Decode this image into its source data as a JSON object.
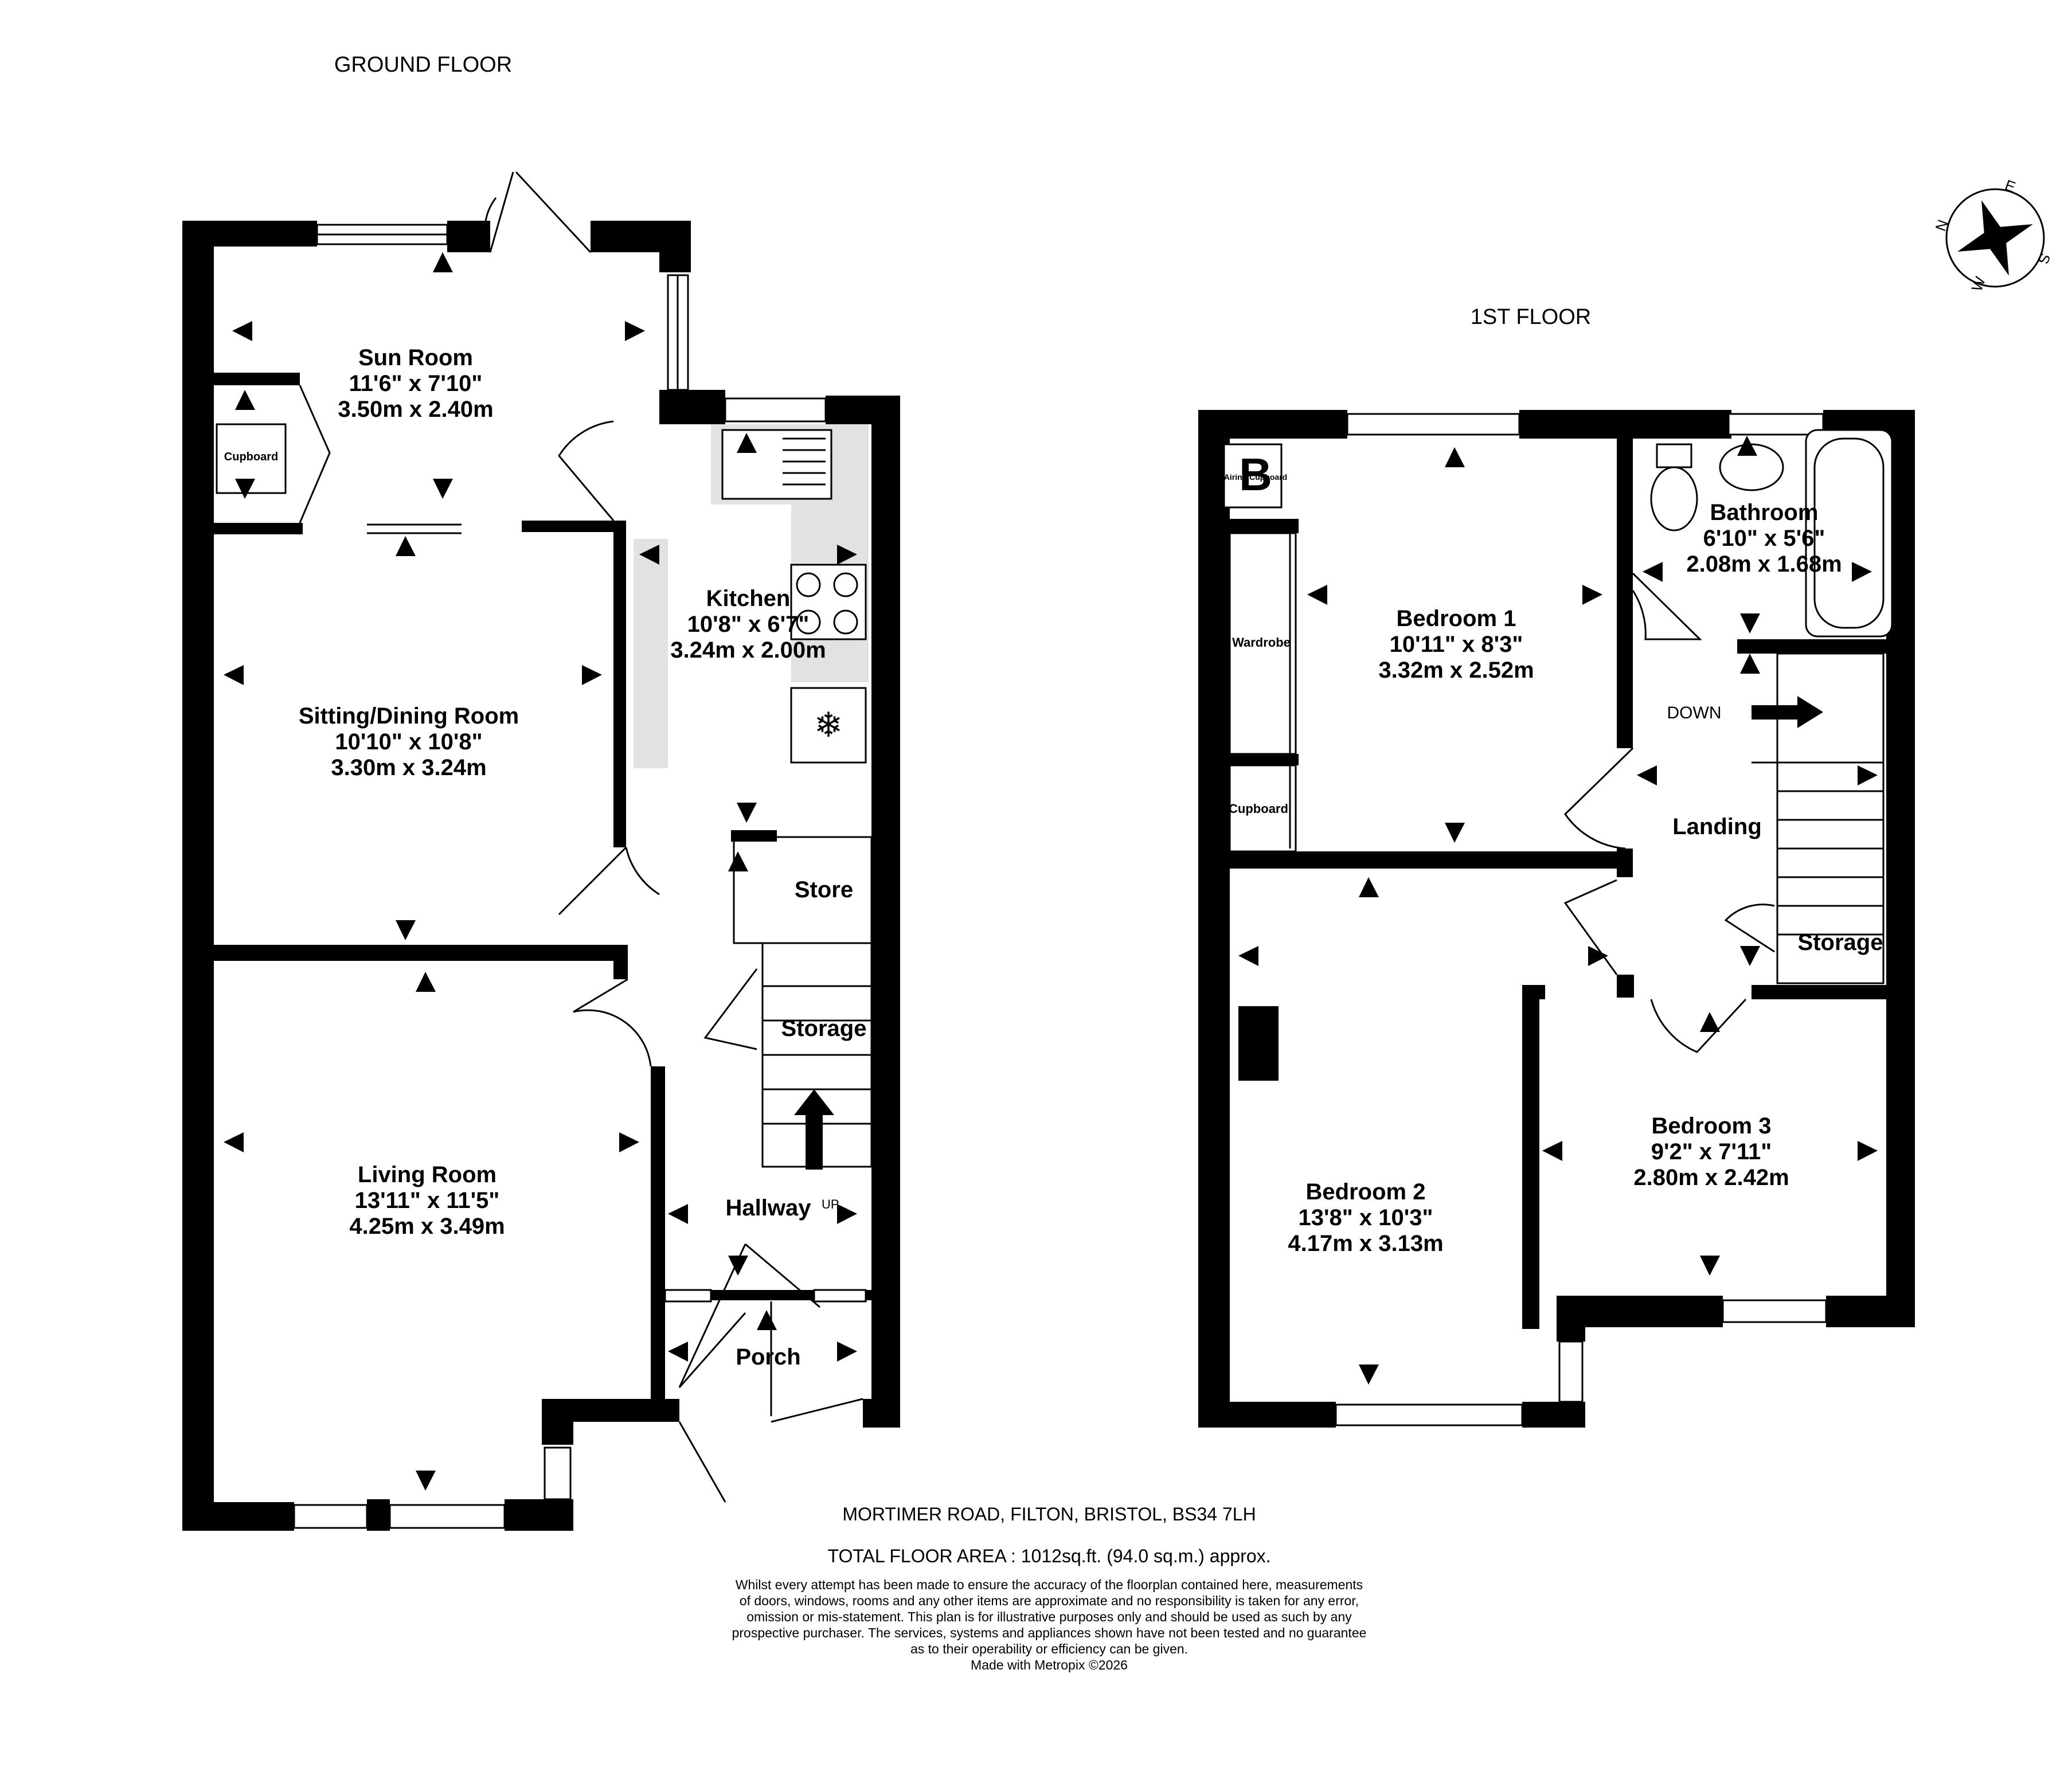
{
  "floors": {
    "ground_title": "GROUND FLOOR",
    "first_title": "1ST FLOOR"
  },
  "rooms": {
    "sun_room": {
      "name": "Sun Room",
      "imperial": "11'6\"  x 7'10\"",
      "metric": "3.50m  x 2.40m"
    },
    "sitting_dining": {
      "name": "Sitting/Dining Room",
      "imperial": "10'10\"  x 10'8\"",
      "metric": "3.30m  x 3.24m"
    },
    "kitchen": {
      "name": "Kitchen",
      "imperial": "10'8\"  x 6'7\"",
      "metric": "3.24m  x 2.00m"
    },
    "living_room": {
      "name": "Living Room",
      "imperial": "13'11\"  x 11'5\"",
      "metric": "4.25m  x 3.49m"
    },
    "store": {
      "name": "Store"
    },
    "storage_ground": {
      "name": "Storage"
    },
    "hallway": {
      "name": "Hallway"
    },
    "porch": {
      "name": "Porch"
    },
    "bedroom1": {
      "name": "Bedroom 1",
      "imperial": "10'11\"  x 8'3\"",
      "metric": "3.32m  x 2.52m"
    },
    "bathroom": {
      "name": "Bathroom",
      "imperial": "6'10\"  x 5'6\"",
      "metric": "2.08m  x 1.68m"
    },
    "landing": {
      "name": "Landing"
    },
    "storage_first": {
      "name": "Storage"
    },
    "bedroom2": {
      "name": "Bedroom 2",
      "imperial": "13'8\"  x 10'3\"",
      "metric": "4.17m  x 3.13m"
    },
    "bedroom3": {
      "name": "Bedroom 3",
      "imperial": "9'2\"  x 7'11\"",
      "metric": "2.80m  x 2.42m"
    }
  },
  "small_labels": {
    "boiler_cupboard": "Cupboard",
    "airing_cupboard": "Airing Cupboard",
    "wardrobe": "Wardrobe",
    "cupboard": "Cupboard",
    "stairs_up": "UP",
    "stairs_down": "DOWN"
  },
  "compass": {
    "n": "N",
    "e": "E",
    "s": "S",
    "w": "W"
  },
  "footer": {
    "address": "MORTIMER ROAD, FILTON, BRISTOL, BS34 7LH",
    "total_area": "TOTAL FLOOR AREA : 1012sq.ft. (94.0 sq.m.) approx.",
    "disclaimer_1": "Whilst every attempt has been made to ensure the accuracy of the floorplan contained here, measurements",
    "disclaimer_2": "of doors, windows, rooms and any other items are approximate and no responsibility is taken for any error,",
    "disclaimer_3": "omission or mis-statement. This plan is for illustrative purposes only and should be used as such by any",
    "disclaimer_4": "prospective purchaser. The services, systems and appliances shown have not been tested and no guarantee",
    "disclaimer_5": "as to their operability or efficiency can be given.",
    "made_with": "Made with Metropix ©2026"
  }
}
